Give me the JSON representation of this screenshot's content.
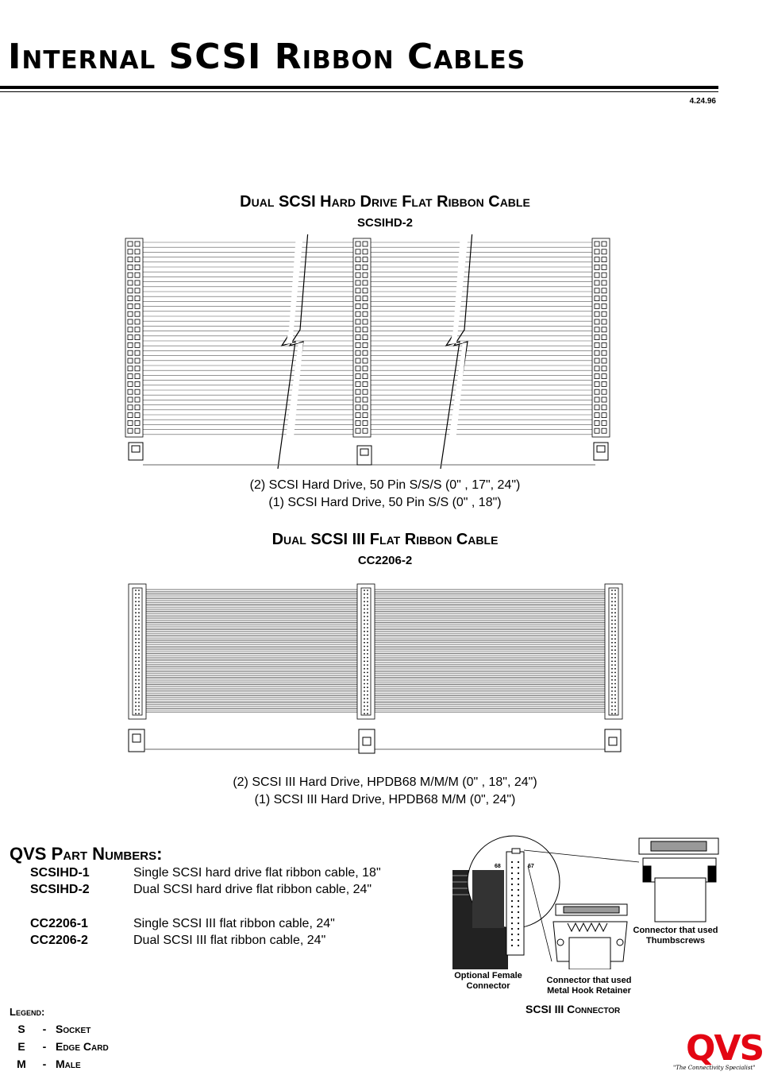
{
  "header": {
    "title": "Internal SCSI Ribbon Cables",
    "date": "4.24.96"
  },
  "section1": {
    "title": "Dual SCSI Hard Drive Flat Ribbon Cable",
    "part": "SCSIHD-2",
    "caption_lines": [
      "(2) SCSI Hard Drive, 50 Pin S/S/S (0\" , 17\", 24\")",
      "(1) SCSI Hard Drive, 50 Pin S/S (0\" , 18\")"
    ]
  },
  "section2": {
    "title": "Dual SCSI III Flat Ribbon Cable",
    "part": "CC2206-2",
    "caption_lines": [
      "(2) SCSI III Hard Drive, HPDB68 M/M/M (0\" , 18\", 24\")",
      "(1) SCSI III Hard Drive, HPDB68 M/M (0\", 24\")"
    ]
  },
  "part_numbers": {
    "heading": "QVS Part Numbers:",
    "items": [
      {
        "number": "SCSIHD-1",
        "desc": "Single SCSI hard drive flat ribbon cable, 18\""
      },
      {
        "number": "SCSIHD-2",
        "desc": "Dual SCSI hard drive flat ribbon cable, 24\""
      },
      {
        "number": "CC2206-1",
        "desc": "Single SCSI III flat ribbon cable, 24\""
      },
      {
        "number": "CC2206-2",
        "desc": "Dual SCSI III flat ribbon cable, 24\""
      }
    ]
  },
  "legend": {
    "heading": "Legend:",
    "items": [
      {
        "key": "S",
        "value": "Socket"
      },
      {
        "key": "E",
        "value": "Edge Card"
      },
      {
        "key": "M",
        "value": "Male"
      }
    ]
  },
  "connector": {
    "pin_left": "68",
    "pin_right": "67",
    "optional_female": [
      "Optional Female",
      "Connector"
    ],
    "metal_hook": [
      "Connector that used",
      "Metal Hook Retainer"
    ],
    "thumbscrews": [
      "Connector that used",
      "Thumbscrews"
    ],
    "title": "SCSI III Connector"
  },
  "logo": {
    "text": "QVS",
    "slogan": "\"The Connectivity Specialist\"",
    "color": "#e30613"
  }
}
